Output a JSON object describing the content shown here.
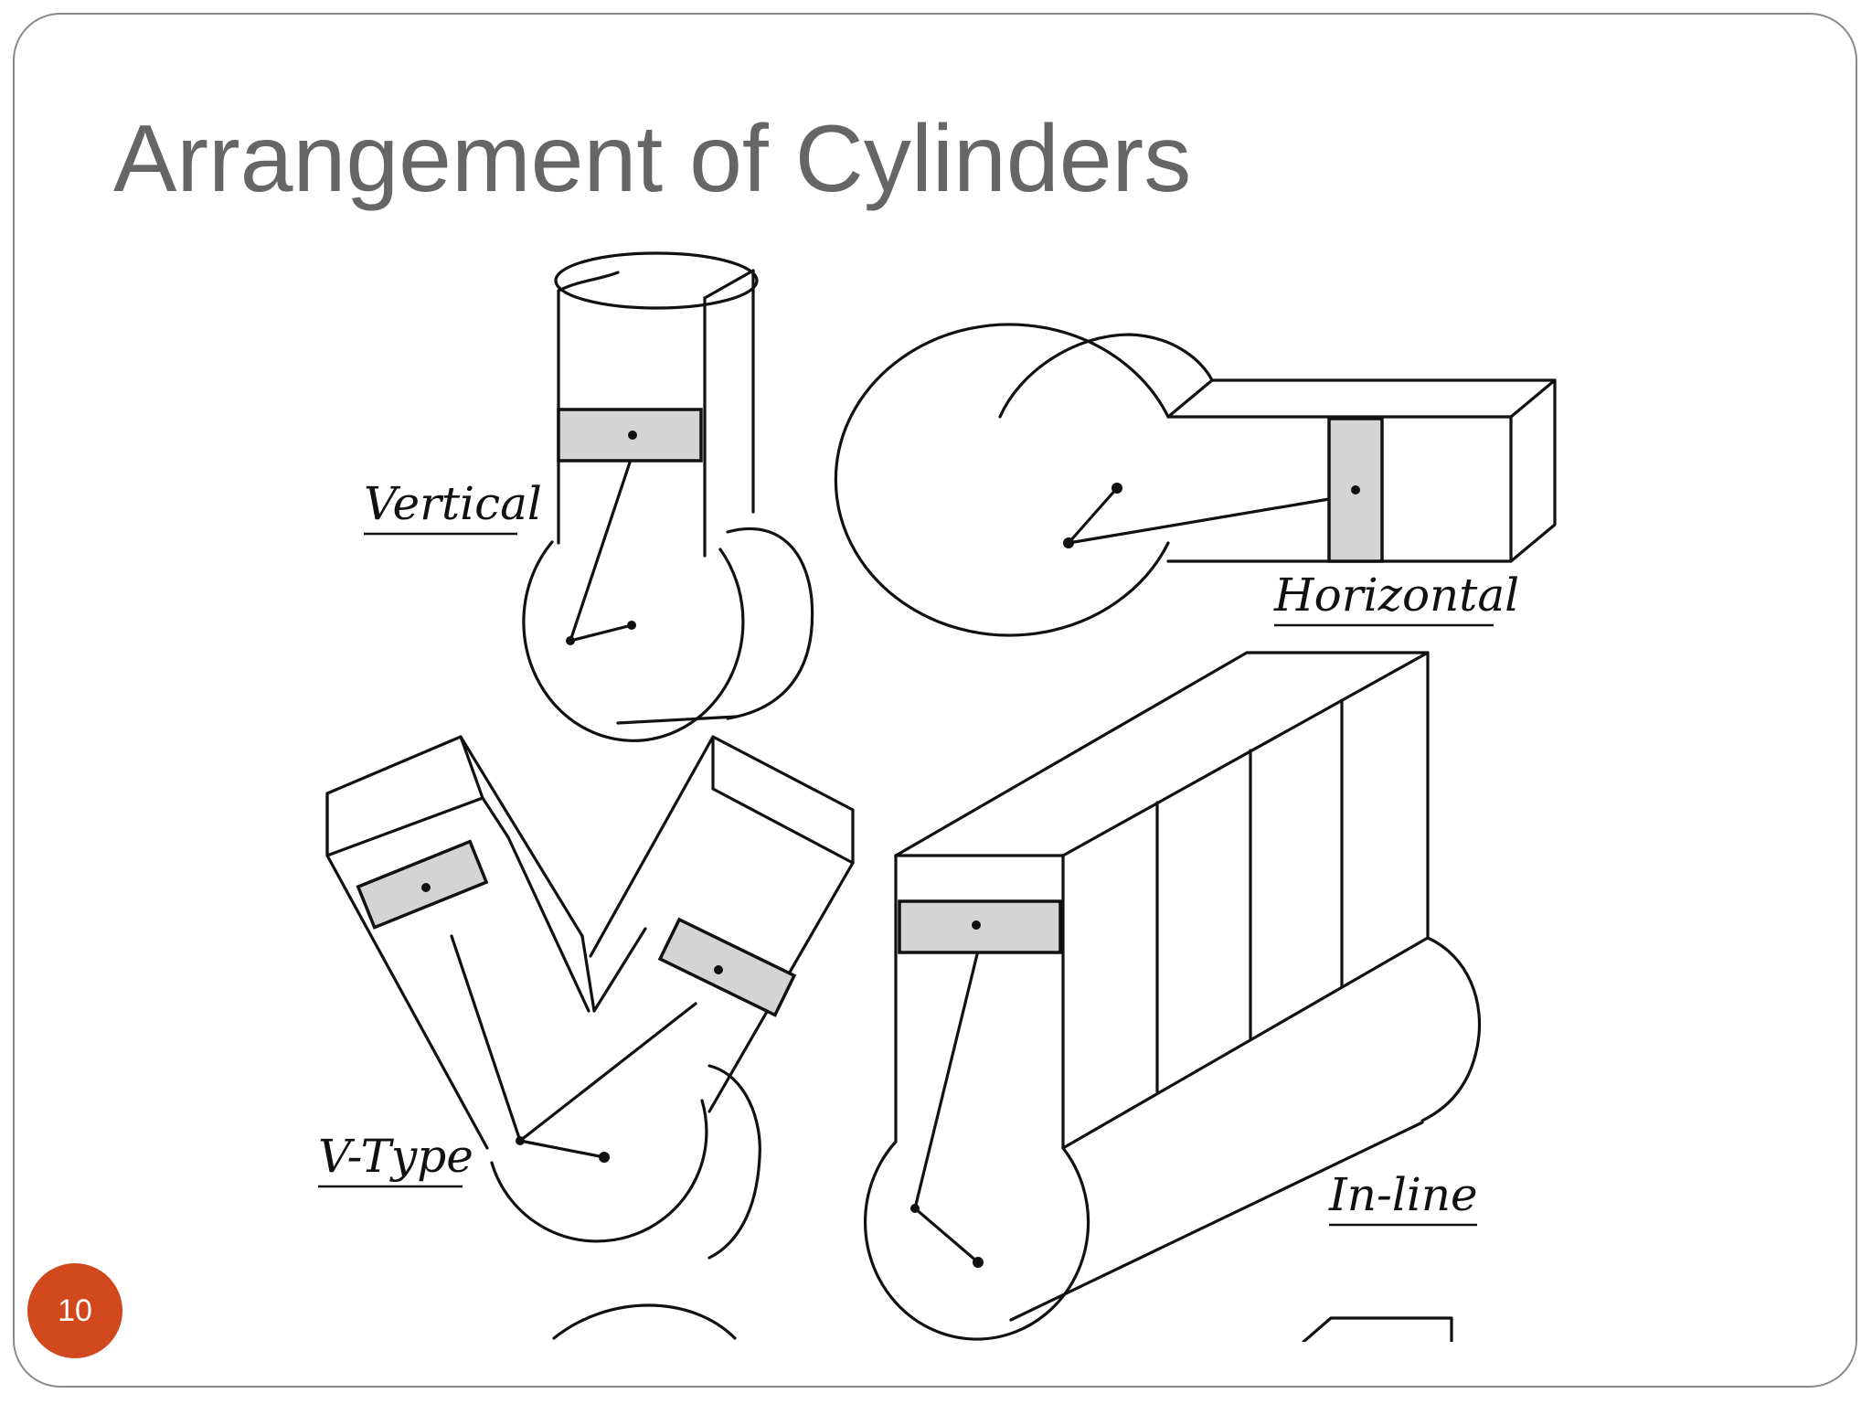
{
  "slide": {
    "title": "Arrangement of Cylinders",
    "page_number": "10"
  },
  "diagram": {
    "labels": {
      "vertical": "Vertical",
      "horizontal": "Horizontal",
      "v_type": "V-Type",
      "in_line": "In-line"
    }
  },
  "colors": {
    "title": "#666666",
    "frame_border": "#8a8a8a",
    "badge": "#d2481d",
    "ink": "#111111",
    "piston_fill": "#d4d4d4"
  }
}
